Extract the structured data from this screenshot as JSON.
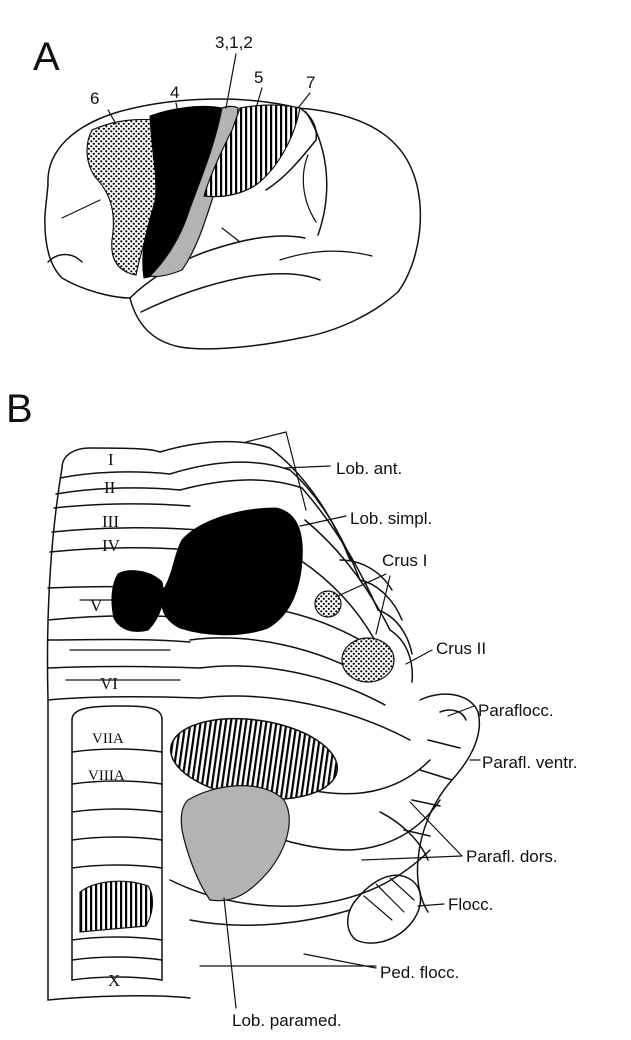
{
  "panel_a": {
    "letter": "A",
    "labels": [
      "6",
      "4",
      "3,1,2",
      "5",
      "7"
    ]
  },
  "panel_b": {
    "letter": "B",
    "lobules": [
      "I",
      "II",
      "III",
      "IV",
      "V",
      "VI",
      "VIIA",
      "VIIIA",
      "X"
    ],
    "labels": [
      "Lob. ant.",
      "Lob. simpl.",
      "Crus I",
      "Crus II",
      "Paraflocc.",
      "Parafl. ventr.",
      "Parafl. dors.",
      "Flocc.",
      "Ped. flocc.",
      "Lob. paramed."
    ]
  },
  "colors": {
    "black_region": "#000000",
    "gray_region": "#b3b3b3",
    "outline": "#111111"
  },
  "fills": [
    "solid-black",
    "stippled",
    "vertical-hatch",
    "light-gray"
  ]
}
